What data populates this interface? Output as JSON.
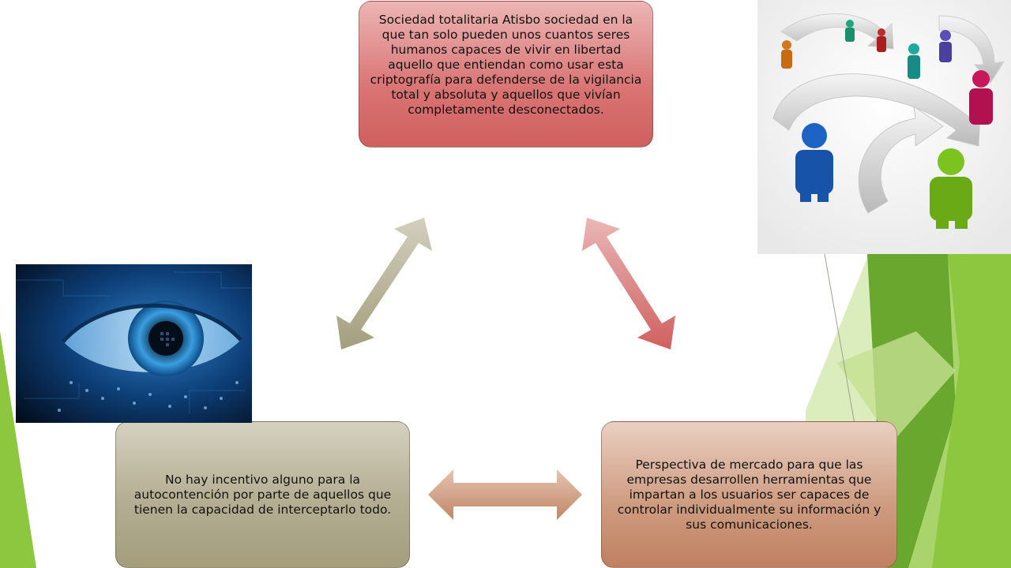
{
  "slide": {
    "nodes": [
      {
        "id": "top",
        "text": "Sociedad totalitaria Atisbo sociedad en la que tan solo pueden unos cuantos seres humanos capaces de vivir en libertad aquello que entiendan como usar esta criptografía para defenderse de la vigilancia total y absoluta y aquellos que vivían completamente desconectados."
      },
      {
        "id": "right",
        "text": "Perspectiva de mercado para que las empresas desarrollen herramientas que impartan a los usuarios ser capaces de controlar individualmente su información y sus comunicaciones."
      },
      {
        "id": "left",
        "text": "No hay incentivo alguno para la autocontención por parte de aquellos que tienen la capacidad de interceptarlo todo."
      }
    ],
    "colors": {
      "top_node": "#d97473",
      "right_node": "#cf9d82",
      "left_node": "#b3ae92",
      "theme_green": "#8dc63f"
    },
    "images": [
      {
        "name": "people-network-illustration",
        "icon": "people-arrows-icon"
      },
      {
        "name": "digital-eye-photo",
        "icon": "eye-icon"
      }
    ]
  }
}
